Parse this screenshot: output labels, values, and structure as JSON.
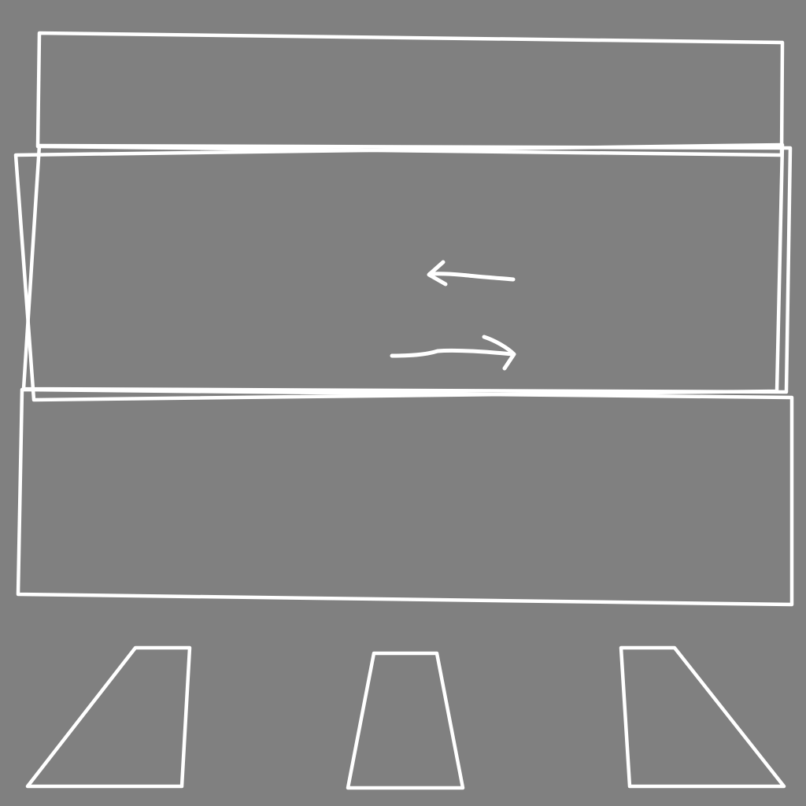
{
  "drawing": {
    "background_color": "#808080",
    "stroke_color": "#ffffff",
    "panels": [
      {
        "name": "top-panel"
      },
      {
        "name": "middle-panel-a"
      },
      {
        "name": "middle-panel-b"
      },
      {
        "name": "bottom-panel"
      }
    ],
    "arrows": [
      {
        "name": "left-arrow",
        "direction": "left"
      },
      {
        "name": "right-arrow",
        "direction": "right"
      }
    ],
    "legs": [
      {
        "name": "left-leg"
      },
      {
        "name": "center-leg"
      },
      {
        "name": "right-leg"
      }
    ]
  }
}
